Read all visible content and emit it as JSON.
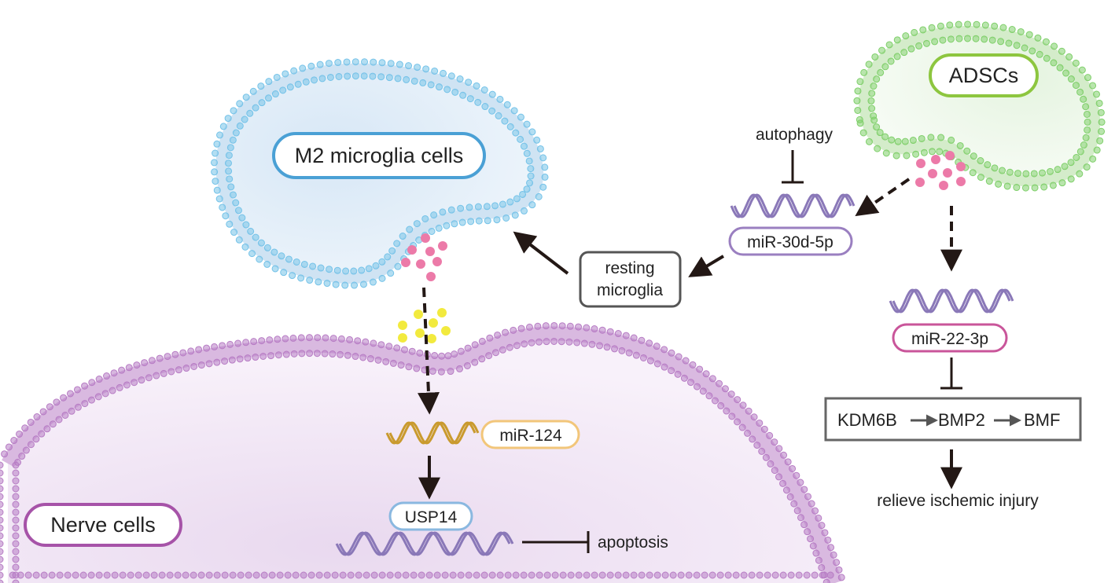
{
  "cells": {
    "adscs": "ADSCs",
    "m2": "M2 microglia cells",
    "nerve": "Nerve cells"
  },
  "labels": {
    "autophagy": "autophagy",
    "mir30": "miR-30d-5p",
    "resting_line1": "resting",
    "resting_line2": "microglia",
    "mir22": "miR-22-3p",
    "kdm6b": "KDM6B",
    "bmp2": "BMP2",
    "bmf": "BMF",
    "relieve": "relieve ischemic injury",
    "mir124": "miR-124",
    "usp14": "USP14",
    "apoptosis": "apoptosis"
  },
  "colors": {
    "adscs_membrane": "#7fcf6a",
    "adscs_label_border": "#8dc63f",
    "m2_membrane": "#74c2e8",
    "m2_label_border": "#4aa0d5",
    "nerve_membrane": "#b77cc4",
    "nerve_label_border": "#a653a8",
    "exosome_pink": "#ec7aa8",
    "exosome_yellow": "#f2ea3e",
    "mir30_border": "#9a7fc0",
    "mir22_border": "#c9559a",
    "mir124_border": "#f2c67a",
    "usp14_border": "#8ab8e0",
    "rna_purple": "#8a78b8",
    "rna_gold": "#c99a2e",
    "arrow": "#231815"
  }
}
